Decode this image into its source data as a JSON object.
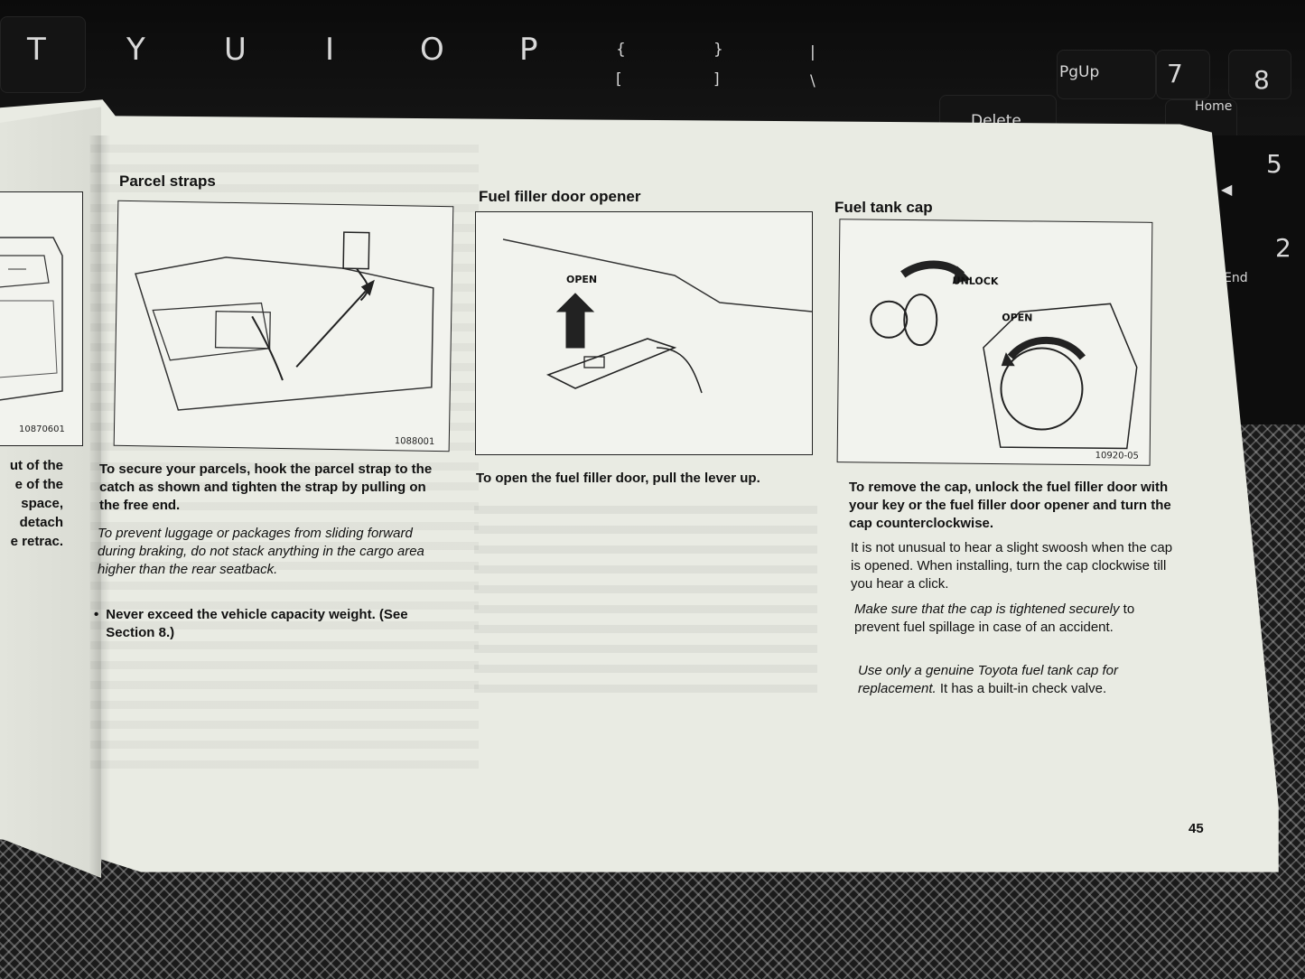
{
  "keyboard": {
    "keys": [
      "T",
      "Y",
      "U",
      "I",
      "O",
      "P",
      "{",
      "[",
      "}",
      "]",
      "|",
      "\\",
      "Delete",
      "PgUp",
      "7",
      "8",
      "Home",
      "5",
      "2",
      "End"
    ]
  },
  "left_partial_page": {
    "figure_id": "10870601",
    "text_lines": [
      "ut of the",
      "e of the",
      "space,",
      "detach",
      "e retrac."
    ]
  },
  "parcel_straps": {
    "heading": "Parcel straps",
    "figure_id": "1088001",
    "para1": "To secure your parcels, hook the parcel strap to the catch as shown and tighten the strap by pulling on the free end.",
    "para2": "To prevent luggage or packages from sliding forward during braking, do not stack anything in the cargo area higher than the rear seatback.",
    "bullet": "Never exceed the vehicle capacity weight. (See Section 8.)"
  },
  "fuel_filler": {
    "heading": "Fuel filler door opener",
    "figure_label_open": "OPEN",
    "para1": "To open the fuel filler door, pull the lever up."
  },
  "fuel_tank_cap": {
    "heading": "Fuel tank cap",
    "figure_id": "10920-05",
    "figure_label_unlock": "UNLOCK",
    "figure_label_open": "OPEN",
    "para1": "To remove the cap, unlock the fuel filler door with your key or the fuel filler door opener and turn the cap counterclockwise.",
    "para2": "It is not unusual to hear a slight swoosh when the cap is opened. When installing, turn the cap clockwise till you hear a click.",
    "para3_italic": "Make sure that the cap is tightened securely",
    "para3_rest": "to prevent fuel spillage in case of an accident.",
    "para4_italic": "Use only a genuine Toyota fuel tank cap for replacement.",
    "para4_rest": "It has a built-in check valve."
  },
  "page_number": "45"
}
